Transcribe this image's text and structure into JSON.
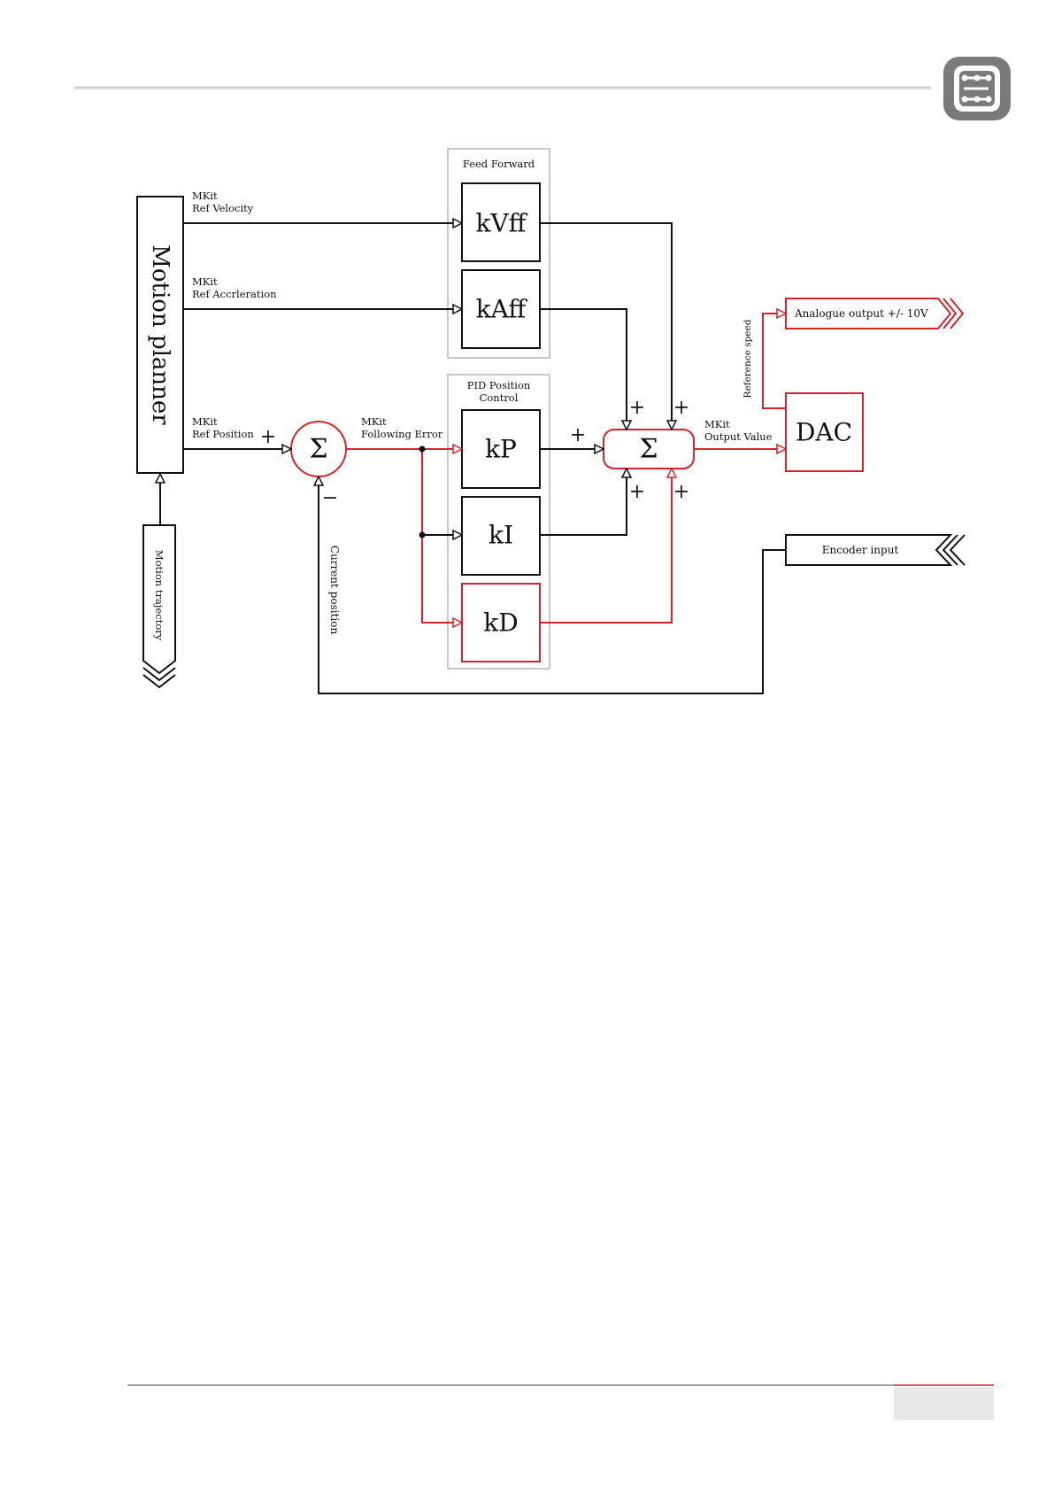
{
  "header": {
    "logo_icon": "cnc-board-logo-icon"
  },
  "diagram": {
    "motion_planner": "Motion planner",
    "motion_trajectory": "Motion trajectory",
    "signals": {
      "ref_velocity": [
        "MKit",
        "Ref Velocity"
      ],
      "ref_acceleration": [
        "MKit",
        "Ref Accrleration"
      ],
      "ref_position": [
        "MKit",
        "Ref Position"
      ],
      "following_error": [
        "MKit",
        "Following Error"
      ],
      "output_value": [
        "MKit",
        "Output Value"
      ],
      "current_position": "Current position",
      "reference_speed": "Reference speed"
    },
    "groups": {
      "feed_forward": "Feed Forward",
      "pid_line1": "PID Position",
      "pid_line2": "Control"
    },
    "blocks": {
      "kvff": "kVff",
      "kaff": "kAff",
      "kp": "kP",
      "ki": "kI",
      "kd": "kD",
      "dac": "DAC",
      "sum": "Σ"
    },
    "io": {
      "analogue_output": "Analogue output +/- 10V",
      "encoder_input": "Encoder input"
    },
    "signs": {
      "plus": "+",
      "minus": "−"
    }
  },
  "colors": {
    "line": "#111111",
    "highlight": "#d4232e",
    "group_border": "#c8c8c8",
    "header_rule": "#d0d0d0",
    "logo": "#7a7a7a"
  }
}
